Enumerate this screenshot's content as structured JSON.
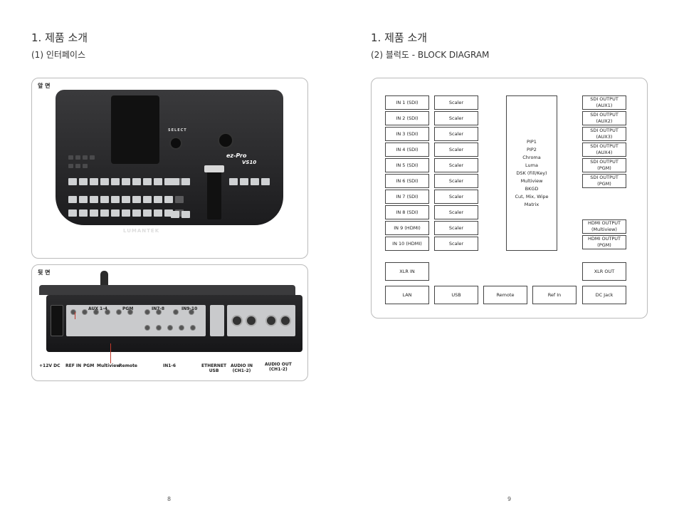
{
  "left_page": {
    "title": "1. 제품 소개",
    "subtitle": "(1) 인터페이스",
    "front_label": "앞 면",
    "rear_label": "뒷 면",
    "page_number": "8",
    "front_device": {
      "select_label": "SELECT",
      "brand": "ez-Pro",
      "model": "VS10",
      "maker": "LUMANTEK"
    },
    "rear_callouts_top": [
      "AUX 1-4",
      "PGM",
      "IN7-8",
      "IN9-10"
    ],
    "rear_callouts_bottom": [
      "+12V DC",
      "REF IN",
      "PGM",
      "Multiview",
      "Remote",
      "IN1-6",
      "ETHERNET\nUSB",
      "AUDIO IN\n(CH1-2)",
      "AUDIO OUT\n(CH1-2)"
    ]
  },
  "right_page": {
    "title": "1. 제품 소개",
    "subtitle": "(2) 블럭도 - BLOCK DIAGRAM",
    "page_number": "9",
    "inputs": [
      "IN 1 (SDI)",
      "IN 2 (SDI)",
      "IN 3 (SDI)",
      "IN 4 (SDI)",
      "IN 5 (SDI)",
      "IN 6 (SDI)",
      "IN 7 (SDI)",
      "IN 8 (SDI)",
      "IN 9 (HDMI)",
      "IN 10 (HDMI)"
    ],
    "scaler_label": "Scaler",
    "center_items": [
      "PIP1",
      "PIP2",
      "Chroma",
      "Luma",
      "DSK (Fill/Key)",
      "Multiview",
      "BKGD",
      "Cut, Mix, Wipe",
      "Matrix"
    ],
    "sdi_outputs": [
      "SDI OUTPUT\n(AUX1)",
      "SDI OUTPUT\n(AUX2)",
      "SDI OUTPUT\n(AUX3)",
      "SDI OUTPUT\n(AUX4)",
      "SDI OUTPUT\n(PGM)",
      "SDI OUTPUT\n(PGM)"
    ],
    "hdmi_outputs": [
      "HDMI OUTPUT\n(Multiview)",
      "HDMI OUTPUT\n(PGM)"
    ],
    "xlr_in": "XLR IN",
    "xlr_out": "XLR OUT",
    "bottom_row": [
      "LAN",
      "USB",
      "Remote",
      "Ref In",
      "DC Jack"
    ]
  }
}
